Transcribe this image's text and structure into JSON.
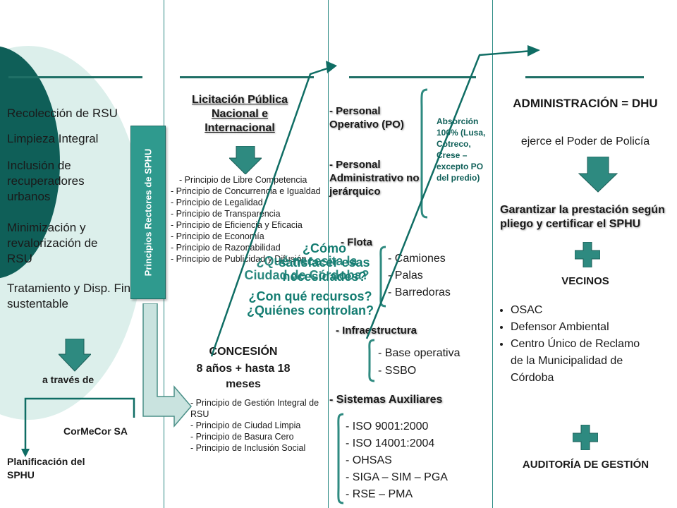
{
  "col1": {
    "items": [
      "Recolección de RSU",
      "Limpieza Integral",
      "Inclusión de recuperadores urbanos",
      "Minimización y revalorización de RSU",
      "Tratamiento y Disp. Final sustentable"
    ],
    "via": "a través de",
    "entity": "CorMeCor SA",
    "planning": "Planificación del SPHU"
  },
  "vertical_banner": "Principios Rectores de SPHU",
  "col2": {
    "title": "Licitación Pública Nacional e Internacional",
    "principles": [
      "- Principio de Libre Competencia",
      "- Principio de Concurrencia e Igualdad",
      "- Principio de Legalidad",
      "- Principio de Transparencia",
      "- Principio de Eficiencia y Eficacia",
      "- Principio de Economía",
      "- Principio de Razonabilidad",
      "- Principio de Publicidad y Difusión"
    ],
    "concession_title": "CONCESIÓN",
    "concession_duration": "8 años + hasta 18 meses",
    "concession_principles": [
      "- Principio de Gestión Integral de RSU",
      "- Principio de Ciudad Limpia",
      "- Principio de Basura Cero",
      "- Principio de Inclusión Social"
    ]
  },
  "col3": {
    "staff_operative": "- Personal Operativo (PO)",
    "staff_admin": "- Personal Administrativo no jerárquico",
    "absorption_note": "Absorción 100% (Lusa, Cotreco, Crese – excepto PO del predio)",
    "fleet_title": "- Flota",
    "fleet_items": [
      "- Camiones",
      "- Palas",
      "- Barredoras"
    ],
    "infra_title": "- Infraestructura",
    "infra_items": [
      "- Base operativa",
      "- SSBO"
    ],
    "aux_title": "- Sistemas Auxiliares",
    "aux_items": [
      "- ISO 9001:2000",
      "- ISO 14001:2004",
      "- OHSAS",
      "- SIGA – SIM – PGA",
      "- RSE – PMA"
    ],
    "question_1": "¿Qué necesita la Ciudad de Córdoba?",
    "question_2": "¿Cómo satisfacer esas necesidades?",
    "question_3": "¿Con qué recursos? ¿Quiénes controlan?"
  },
  "col4": {
    "admin_title": "ADMINISTRACIÓN = DHU",
    "admin_sub": "ejerce el Poder de Policía",
    "guarantee": "Garantizar la prestación según pliego y certificar el SPHU",
    "neighbors_title": "VECINOS",
    "neighbors_items": [
      "OSAC",
      "Defensor Ambiental",
      "Centro Único de Reclamo de la Municipalidad de Córdoba"
    ],
    "audit": "AUDITORÍA DE GESTIÓN"
  },
  "colors": {
    "teal_dark": "#0e5e57",
    "teal": "#2b8a84",
    "teal_light": "#d6ece9",
    "arrow": "#2e8a80"
  }
}
